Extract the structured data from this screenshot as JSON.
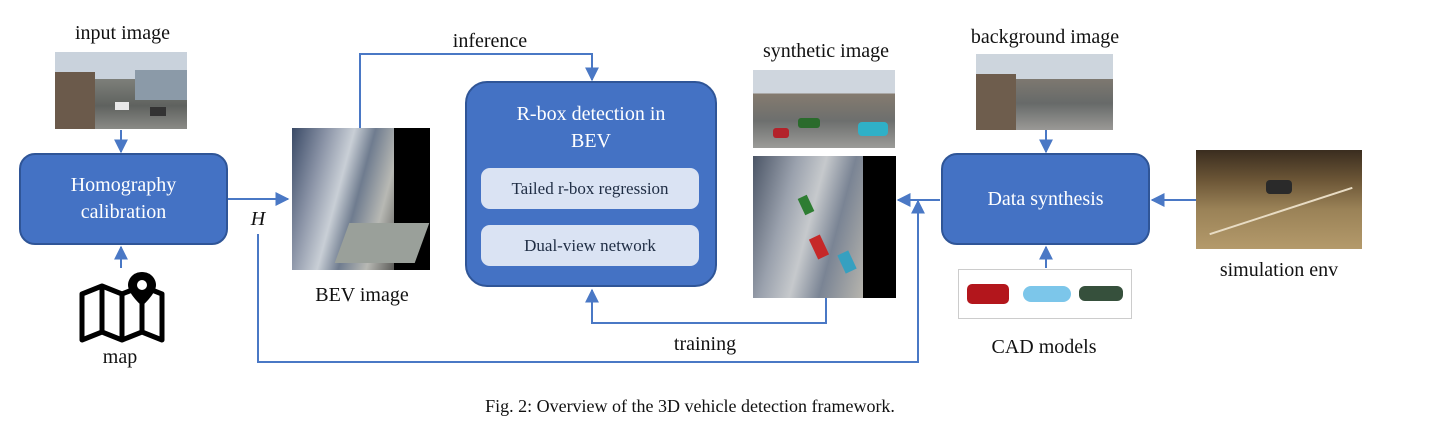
{
  "labels": {
    "input_image": "input image",
    "inference": "inference",
    "synthetic_image": "synthetic image",
    "background_image": "background image",
    "bev_image": "BEV image",
    "simulation_env": "simulation env",
    "cad_models": "CAD models",
    "training": "training",
    "map": "map",
    "h_symbol": "H"
  },
  "boxes": {
    "homography": "Homography calibration",
    "rbox_title": "R-box detection in BEV",
    "tailed": "Tailed r-box regression",
    "dual_view": "Dual-view network",
    "data_synthesis": "Data synthesis"
  },
  "caption": "Fig. 2: Overview of the 3D vehicle detection framework.",
  "colors": {
    "box_fill": "#4472c4",
    "arrow": "#4a78c5",
    "pill": "#dae3f3"
  },
  "icons": {
    "map": "map-pin-icon"
  }
}
